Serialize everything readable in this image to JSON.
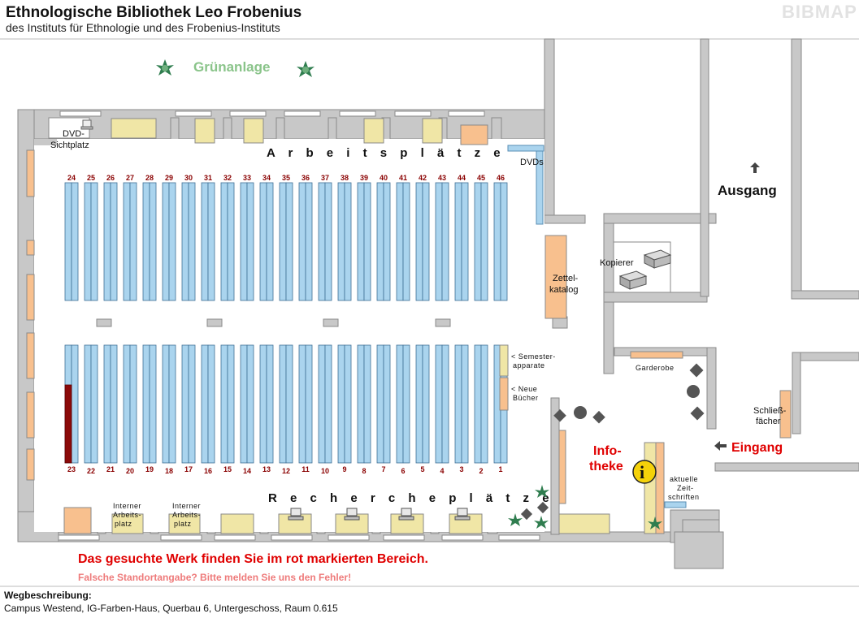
{
  "header": {
    "title": "Ethnologische Bibliothek Leo Frobenius",
    "subtitle": "des Instituts für Ethnologie und des Frobenius-Instituts",
    "logo": "BIBMAP"
  },
  "areas": {
    "gruenanlage": "Grünanlage",
    "arbeitsplaetze": "A r b e i t s p l ä t z e",
    "recherche": "R e c h e r c h e p l ä t z e",
    "dvd_sicht": [
      "DVD-",
      "Sichtplatz"
    ],
    "dvds": "DVDs",
    "zettelkatalog": [
      "Zettel-",
      "katalog"
    ],
    "kopierer": "Kopierer",
    "ausgang": "Ausgang",
    "semester": [
      "< Semester-",
      "apparate"
    ],
    "neue_buecher": [
      "< Neue",
      "Bücher"
    ],
    "garderobe": "Garderobe",
    "schliessfaecher": [
      "Schließ-",
      "fächer"
    ],
    "eingang": "Eingang",
    "infotheke": [
      "Info-",
      "theke"
    ],
    "info_symbol": "i",
    "zeitschriften": [
      "aktuelle",
      "Zeit-",
      "schriften"
    ],
    "intern1": [
      "Interner",
      "Arbeits-",
      "platz"
    ],
    "intern2": [
      "Interner",
      "Arbeits-",
      "platz"
    ]
  },
  "shelves": {
    "top_numbers": [
      "24",
      "25",
      "26",
      "27",
      "28",
      "29",
      "30",
      "31",
      "32",
      "33",
      "34",
      "35",
      "36",
      "37",
      "38",
      "39",
      "40",
      "41",
      "42",
      "43",
      "44",
      "45",
      "46"
    ],
    "bottom_numbers": [
      "23",
      "22",
      "21",
      "20",
      "19",
      "18",
      "17",
      "16",
      "15",
      "14",
      "13",
      "12",
      "11",
      "10",
      "9",
      "8",
      "7",
      "6",
      "5",
      "4",
      "3",
      "2",
      "1"
    ],
    "highlighted": "23",
    "highlight_color": "#8b0a0a",
    "shelf_color": "#aad4ee"
  },
  "notice": {
    "main": "Das gesuchte Werk finden Sie im rot markierten Bereich.",
    "error": "Falsche Standortangabe? Bitte melden Sie uns den Fehler!"
  },
  "directions": {
    "label": "Wegbeschreibung:",
    "address": "Campus Westend, IG-Farben-Haus, Querbau 6, Untergeschoss, Raum 0.615"
  },
  "colors": {
    "wall": "#c8c8c8",
    "table": "#f0e6a6",
    "orange": "#f8c08e",
    "red": "#e00000"
  }
}
